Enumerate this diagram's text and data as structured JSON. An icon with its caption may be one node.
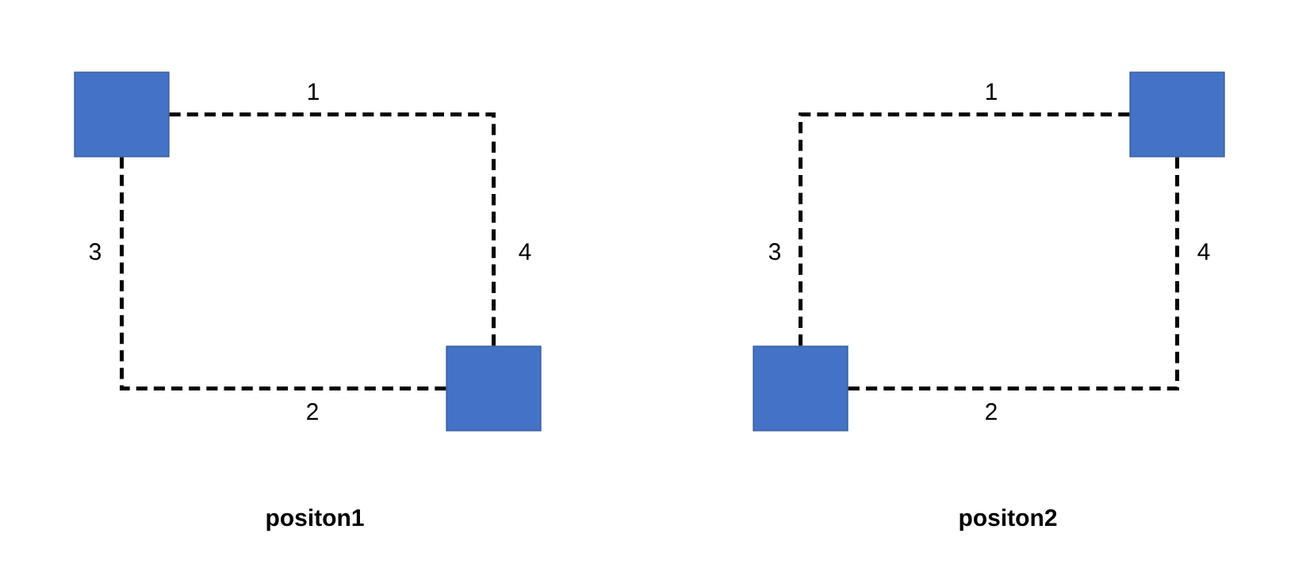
{
  "diagram": {
    "nodes": [
      {
        "text": [],
        "shape": "box"
      },
      {
        "text": [],
        "shape": "box"
      },
      {
        "text": [],
        "shape": "box"
      },
      {
        "text": [],
        "shape": "box"
      }
    ],
    "edges": [
      {
        "from": 0,
        "to": 1,
        "arrow": "none",
        "style": "dashed"
      },
      {
        "from": 0,
        "to": 1,
        "arrow": "none",
        "style": "dashed"
      },
      {
        "from": 2,
        "to": 3,
        "arrow": "none",
        "style": "dashed"
      },
      {
        "from": 2,
        "to": 3,
        "arrow": "none",
        "style": "dashed"
      }
    ],
    "labels": [
      "1",
      "1",
      "3",
      "4",
      "3",
      "4",
      "2",
      "2",
      "positon1",
      "positon2"
    ]
  }
}
